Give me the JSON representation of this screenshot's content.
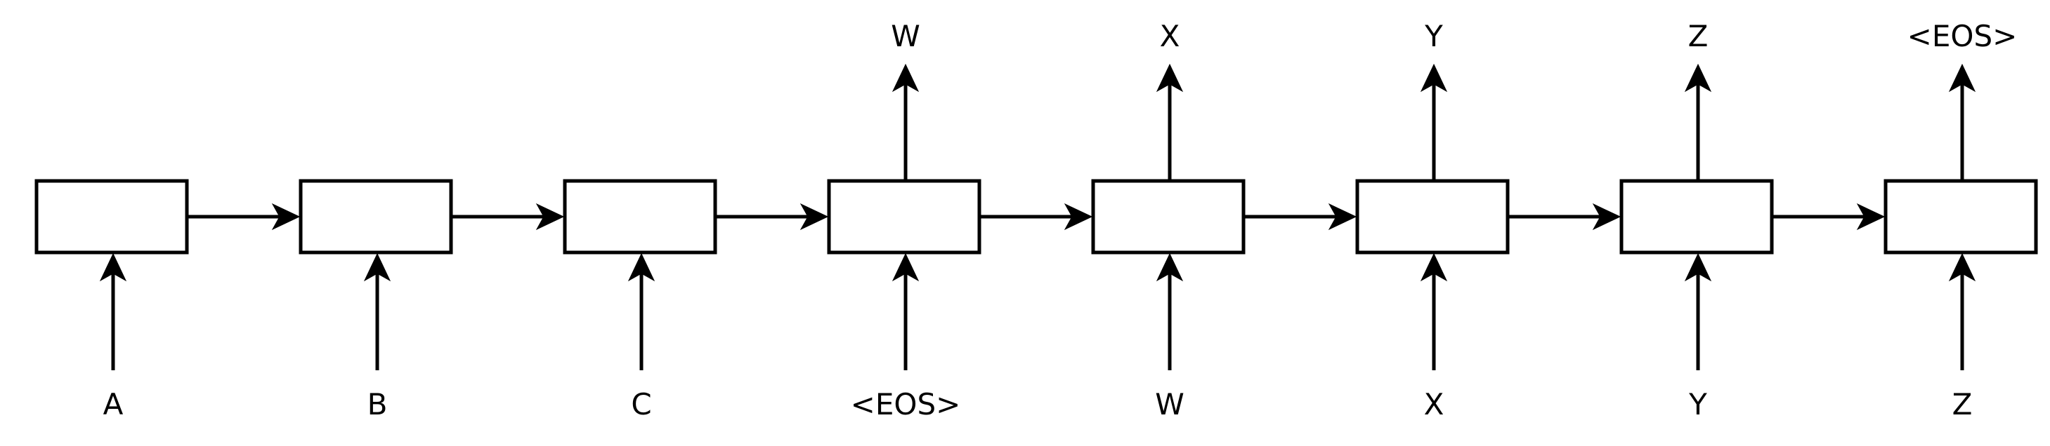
{
  "diagram": {
    "cells": [
      {
        "input": "A",
        "output": ""
      },
      {
        "input": "B",
        "output": ""
      },
      {
        "input": "C",
        "output": ""
      },
      {
        "input": "<EOS>",
        "output": "W"
      },
      {
        "input": "W",
        "output": "X"
      },
      {
        "input": "X",
        "output": "Y"
      },
      {
        "input": "Y",
        "output": "Z"
      },
      {
        "input": "Z",
        "output": "<EOS>"
      }
    ]
  }
}
